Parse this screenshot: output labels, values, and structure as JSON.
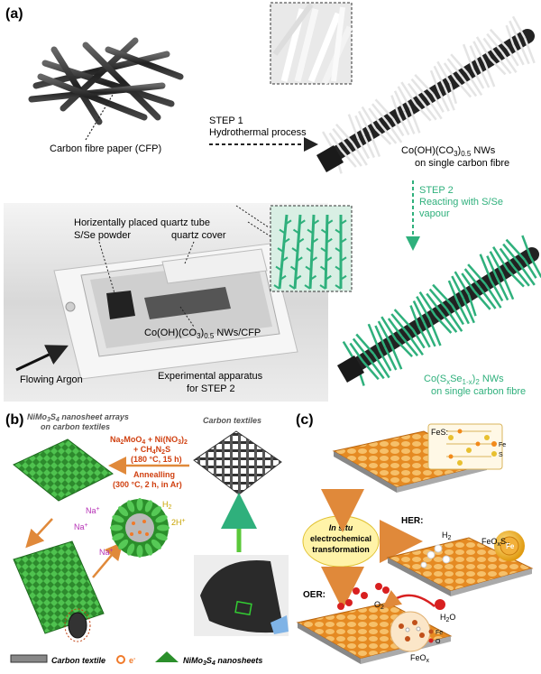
{
  "panel_a": {
    "label": "(a)",
    "cfp_label": "Carbon fibre paper (CFP)",
    "step1_title": "STEP 1",
    "step1_desc": "Hydrothermal process",
    "nw1_label": "Co(OH)(CO3)0.5 NWs",
    "nw1_sub": "on single carbon fibre",
    "step2_title": "STEP 2",
    "step2_desc1": "Reacting with S/Se",
    "step2_desc2": "vapour",
    "tube_label": "Horizentally placed quartz tube",
    "powder_label": "S/Se powder",
    "cover_label": "quartz cover",
    "sample_label": "Co(OH)(CO3)0.5 NWs/CFP",
    "argon_label": "Flowing Argon",
    "apparatus_label1": "Experimental apparatus",
    "apparatus_label2": "for STEP 2",
    "nw2_label": "Co(SxSe1-x)2 NWs",
    "nw2_sub": "on single carbon fibre"
  },
  "panel_b": {
    "label": "(b)",
    "arrays_label1": "NiMo3S4 nanosheet arrays",
    "arrays_label2": "on carbon textiles",
    "textiles_label": "Carbon textiles",
    "reagents1": "Na2MoO4 + Ni(NO3)2",
    "reagents2": "+ CH4N2S",
    "cond1": "(180 °C, 15 h)",
    "anneal1": "Annealling",
    "anneal2": "(300 °C, 2 h, in Ar)",
    "na": "Na+",
    "h2": "H2",
    "h_plus": "2H+",
    "legend_textile": "Carbon textile",
    "legend_electron": "e-",
    "legend_nano": "NiMo3S4 nanosheets"
  },
  "panel_c": {
    "label": "(c)",
    "fes": "FeS:",
    "fe": "Fe",
    "s": "S",
    "insitu1": "In situ",
    "insitu2": "electrochemical",
    "insitu3": "transformation",
    "her": "HER:",
    "h2": "H2",
    "feoxsy": "FeOxSy",
    "fe_ball": "Fe",
    "oer": "OER:",
    "o2": "O2",
    "h2o": "H2O",
    "feox": "FeOx",
    "o": "O",
    "fe2": "Fe"
  },
  "colors": {
    "green": "#2fb07c",
    "dark": "#222222",
    "orange": "#e07020",
    "panel_c_text": "#222222"
  }
}
